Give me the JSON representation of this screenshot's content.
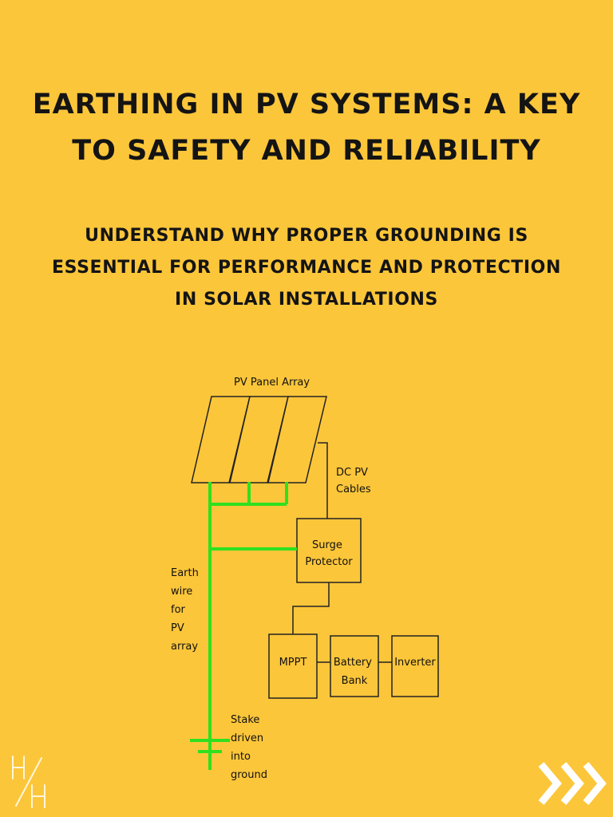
{
  "heading": {
    "title": "EARTHING IN PV SYSTEMS: A KEY TO SAFETY AND RELIABILITY",
    "subtitle": "UNDERSTAND WHY PROPER GROUNDING IS ESSENTIAL FOR PERFORMANCE AND PROTECTION IN SOLAR INSTALLATIONS"
  },
  "diagram": {
    "panel_array_label": "PV Panel Array",
    "dc_cables_label": [
      "DC PV",
      "Cables"
    ],
    "surge_protector_label": [
      "Surge",
      "Protector"
    ],
    "earth_wire_label": [
      "Earth",
      "wire",
      "for",
      "PV",
      "array"
    ],
    "mppt_label": "MPPT",
    "battery_label": [
      "Battery",
      "Bank"
    ],
    "inverter_label": "Inverter",
    "stake_label": [
      "Stake",
      "driven",
      "into",
      "ground"
    ],
    "earth_color": "#2FE01F",
    "line_color": "#222222"
  },
  "brand": {
    "logo_icon": "hh-monogram-icon"
  },
  "navigation": {
    "next_icon": "triple-chevron-right-icon"
  },
  "colors": {
    "background": "#FCC63A",
    "text": "#141414"
  }
}
